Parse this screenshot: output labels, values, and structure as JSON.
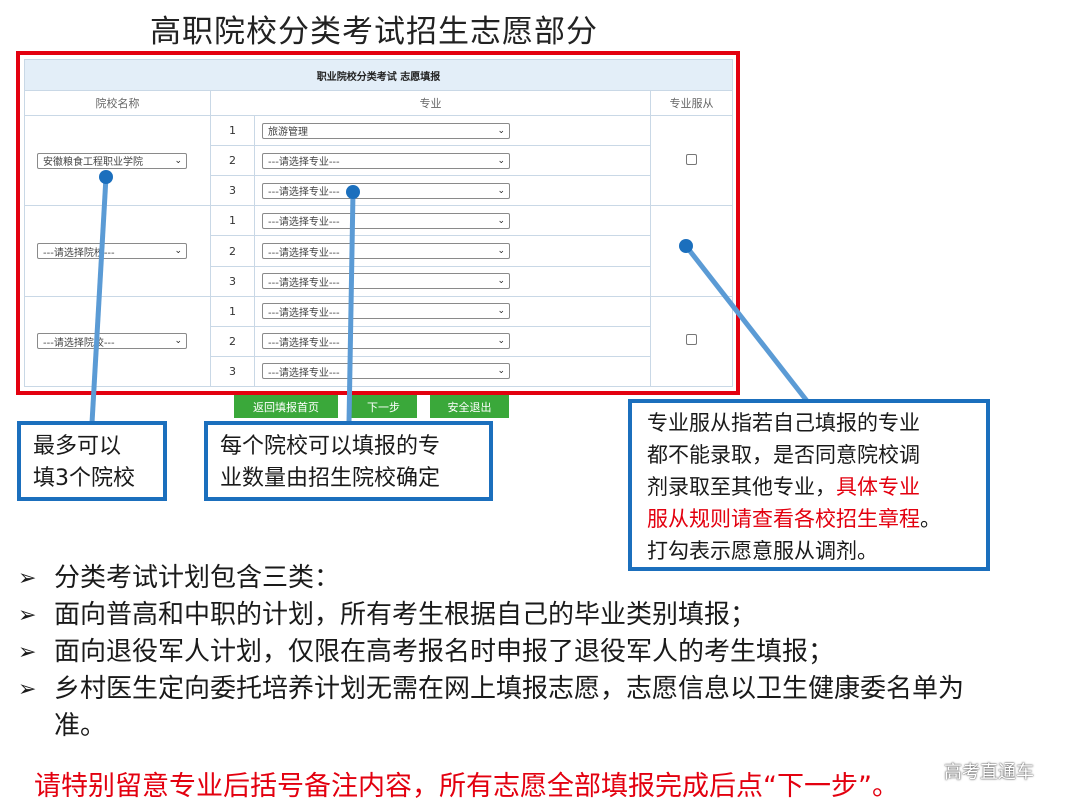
{
  "slide_title": "高职院校分类考试招生志愿部分",
  "form": {
    "title": "职业院校分类考试 志愿填报",
    "headers": {
      "school": "院校名称",
      "major": "专业",
      "obey": "专业服从"
    },
    "groups": [
      {
        "school": "安徽粮食工程职业学院",
        "majors": [
          {
            "num": "1",
            "value": "旅游管理"
          },
          {
            "num": "2",
            "value": "---请选择专业---"
          },
          {
            "num": "3",
            "value": "---请选择专业---"
          }
        ]
      },
      {
        "school": "---请选择院校---",
        "majors": [
          {
            "num": "1",
            "value": "---请选择专业---"
          },
          {
            "num": "2",
            "value": "---请选择专业---"
          },
          {
            "num": "3",
            "value": "---请选择专业---"
          }
        ]
      },
      {
        "school": "---请选择院校---",
        "majors": [
          {
            "num": "1",
            "value": "---请选择专业---"
          },
          {
            "num": "2",
            "value": "---请选择专业---"
          },
          {
            "num": "3",
            "value": "---请选择专业---"
          }
        ]
      }
    ],
    "buttons": {
      "home": "返回填报首页",
      "next": "下一步",
      "exit": "安全退出"
    }
  },
  "callouts": {
    "schools": [
      "最多可以",
      "填3个院校"
    ],
    "majors": [
      "每个院校可以填报的专",
      "业数量由招生院校确定"
    ],
    "obey": {
      "l1": "专业服从指若自己填报的专业",
      "l2": "都不能录取，是否同意院校调",
      "l3a": "剂录取至其他专业，",
      "l3b": "具体专业",
      "l4a": "服从规则请查看各校招生章程",
      "l4b": "。",
      "l5": "打勾表示愿意服从调剂。"
    }
  },
  "bullets": [
    "分类考试计划包含三类：",
    "面向普高和中职的计划，所有考生根据自己的毕业类别填报；",
    "面向退役军人计划，仅限在高考报名时申报了退役军人的考生填报；",
    "乡村医生定向委托培养计划无需在网上填报志愿，志愿信息以卫生健康委名单为准。"
  ],
  "note": "请特别留意专业后括号备注内容，所有志愿全部填报完成后点“下一步”。",
  "watermark": "高考直通车",
  "colors": {
    "frame": "#e3000f",
    "callout_border": "#1b6fbd",
    "button": "#3aa83a",
    "red_text": "#e3000f"
  }
}
